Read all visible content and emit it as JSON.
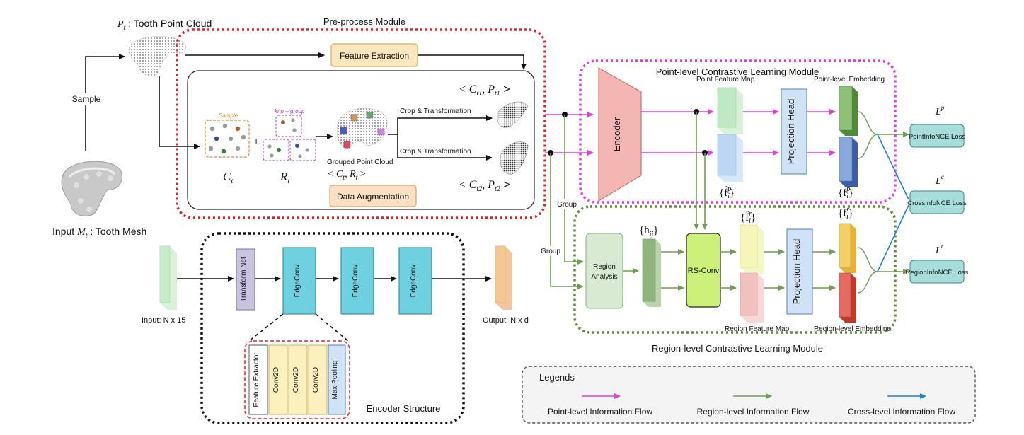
{
  "top": {
    "pt_label": "P",
    "pt_sub": "t",
    "pt_suffix": " : Tooth Point Cloud",
    "sample_arrow": "Sample",
    "mesh_prefix": "Input ",
    "mesh_sym": "M",
    "mesh_sub": "t",
    "mesh_suffix": " : Tooth Mesh"
  },
  "preprocess": {
    "title": "Pre-process Module",
    "feature_extraction": "Feature Extraction",
    "sample_tag": "Sample",
    "knn_tag": "knn − group",
    "plus": "+",
    "ct_sym": "C",
    "ct_sub": "t",
    "rt_sym": "R",
    "rt_sub": "t",
    "grouped_label": "Grouped Point Cloud",
    "grouped_tuple": "< C",
    "grouped_tuple_sub1": "t",
    "grouped_tuple_mid": ", R",
    "grouped_tuple_sub2": "t",
    "grouped_tuple_end": " >",
    "crop1": "Crop & Transformation",
    "crop2": "Crop & Transformation",
    "tuple1": "< C",
    "tuple1_sub1": "t1",
    "tuple1_mid": ", P",
    "tuple1_sub2": "t1",
    "tuple1_end": " >",
    "tuple2": "< C",
    "tuple2_sub1": "t2",
    "tuple2_mid": ", P",
    "tuple2_sub2": "t2",
    "tuple2_end": " >",
    "data_augmentation": "Data Augmentation"
  },
  "point_module": {
    "title": "Point-level Contrastive Learning Module",
    "encoder": "Encoder",
    "feature_map": "Point Feature Map",
    "projection_head": "Projection Head",
    "embedding": "Point-level Embedding",
    "fhat_p": "{f̂",
    "fhat_p_sup": "p",
    "fhat_p_sub": "i",
    "fhat_p_end": "}",
    "f_p": "{f",
    "f_p_sup": "p",
    "f_p_sub": "i",
    "f_p_end": "}"
  },
  "region_module": {
    "title": "Region-level Contrastive Learning Module",
    "region_analysis_1": "Region",
    "region_analysis_2": "Analysis",
    "hij": "{h",
    "hij_sub": "ij",
    "hij_end": "}",
    "rs_conv": "RS-Conv",
    "projection_head": "Projection Head",
    "feature_map": "Region Feature Map",
    "embedding": "Region-level Embedding",
    "fhat_r": "{f̂",
    "fhat_r_sup": "r",
    "fhat_r_sub": "i",
    "fhat_r_end": "}",
    "f_r": "{f",
    "f_r_sup": "r",
    "f_r_sub": "i",
    "f_r_end": "}",
    "group1": "Group",
    "group2": "Group"
  },
  "losses": {
    "lp": "L",
    "lp_sup": "p",
    "point_loss": "PointInfoNCE Loss",
    "lc": "L",
    "lc_sup": "c",
    "cross_loss": "CrossInfoNCE Loss",
    "lr": "L",
    "lr_sup": "r",
    "region_loss": "RegionInfoNCE Loss"
  },
  "encoder_structure": {
    "title": "Encoder Structure",
    "input": "Input: N x 15",
    "output": "Output: N x d",
    "transform_net": "Transform Net",
    "edgeconv1": "EdgeConv",
    "edgeconv2": "EdgeConv",
    "edgeconv3": "EdgeConv",
    "feature_extractor": "Feature Extractor",
    "conv2d_1": "Conv2D",
    "conv2d_2": "Conv2D",
    "conv2d_3": "Conv2D",
    "max_pooling": "Max Pooling"
  },
  "legend": {
    "title": "Legends",
    "point_flow": "Point-level Information Flow",
    "region_flow": "Region-level Information Flow",
    "cross_flow": "Cross-level Information Flow"
  },
  "colors": {
    "pink": "#e53de0",
    "green": "#6e9e4f",
    "blue": "#1e7fd6",
    "red_dash": "#e0242b",
    "magenta_dash": "#e23be0",
    "green_dash": "#5b8c3a"
  }
}
